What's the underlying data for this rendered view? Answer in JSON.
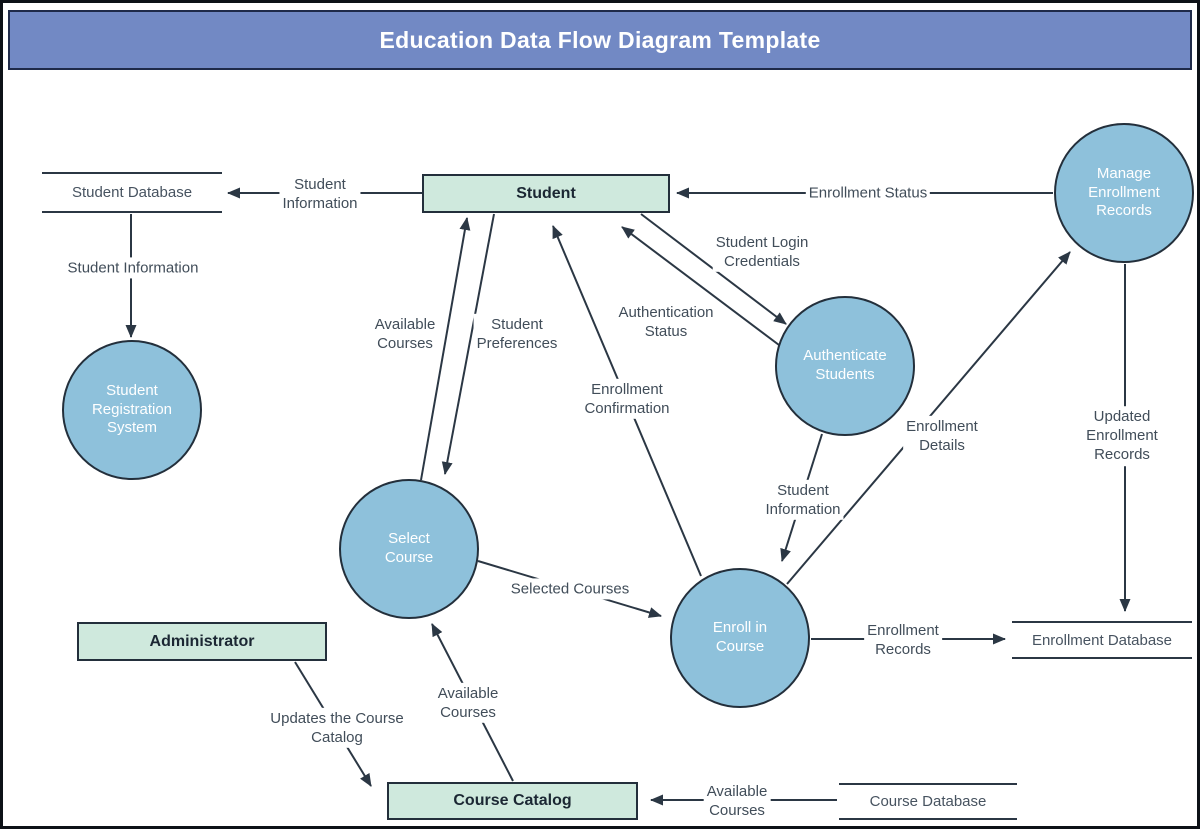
{
  "title": "Education Data Flow Diagram Template",
  "colors": {
    "canvas_bg": "#ffffff",
    "frame": "#0d1117",
    "header_bg": "#7289c4",
    "header_border": "#1f2a49",
    "title_text": "#ffffff",
    "entity_fill": "#cfe9dd",
    "entity_text": "#1b2733",
    "process_fill": "#8ec1db",
    "process_text": "#ffffff",
    "node_border": "#232f3b",
    "line": "#2b3744",
    "label_text": "#414d59",
    "datastore_text": "#475360"
  },
  "entities": {
    "student": {
      "label": "Student"
    },
    "administrator": {
      "label": "Administrator"
    },
    "course_catalog": {
      "label": "Course Catalog"
    }
  },
  "processes": {
    "student_registration_system": {
      "label": "Student\nRegistration\nSystem"
    },
    "select_course": {
      "label": "Select\nCourse"
    },
    "authenticate_students": {
      "label": "Authenticate\nStudents"
    },
    "enroll_in_course": {
      "label": "Enroll in\nCourse"
    },
    "manage_enrollment_records": {
      "label": "Manage\nEnrollment\nRecords"
    }
  },
  "datastores": {
    "student_database": {
      "label": "Student Database"
    },
    "enrollment_database": {
      "label": "Enrollment Database"
    },
    "course_database": {
      "label": "Course Database"
    }
  },
  "flows": {
    "student_information_to_db": {
      "label": "Student\nInformation"
    },
    "student_information_db_to_srs": {
      "label": "Student Information"
    },
    "available_courses_to_student": {
      "label": "Available\nCourses"
    },
    "student_preferences": {
      "label": "Student\nPreferences"
    },
    "enrollment_confirmation": {
      "label": "Enrollment\nConfirmation"
    },
    "authentication_status": {
      "label": "Authentication\nStatus"
    },
    "student_login_credentials": {
      "label": "Student Login\nCredentials"
    },
    "enrollment_status": {
      "label": "Enrollment Status"
    },
    "student_information_auth_to_enroll": {
      "label": "Student\nInformation"
    },
    "selected_courses": {
      "label": "Selected Courses"
    },
    "enrollment_records": {
      "label": "Enrollment\nRecords"
    },
    "updated_enrollment_records": {
      "label": "Updated Enrollment\nRecords"
    },
    "enrollment_details": {
      "label": "Enrollment\nDetails"
    },
    "updates_the_course_catalog": {
      "label": "Updates the Course\nCatalog"
    },
    "available_courses_to_select": {
      "label": "Available\nCourses"
    },
    "available_courses_to_catalog": {
      "label": "Available\nCourses"
    }
  }
}
